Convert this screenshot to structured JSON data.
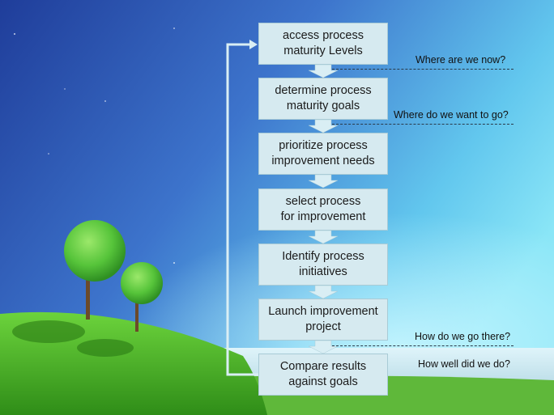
{
  "steps": [
    "access process\nmaturity Levels",
    "determine process\nmaturity goals",
    "prioritize process\nimprovement needs",
    "select process\nfor improvement",
    "Identify process\ninitiatives",
    "Launch improvement\nproject",
    "Compare results\nagainst goals"
  ],
  "questions": [
    "Where are we now?",
    "Where do we want to go?",
    "How do we go there?",
    "How well did we do?"
  ],
  "colors": {
    "box_fill": "#d6eaf0",
    "arrow": "#d9eef4",
    "sky_top": "#2b4fb0",
    "sky_bottom": "#6fd6f2",
    "grass": "#4fb52c"
  }
}
